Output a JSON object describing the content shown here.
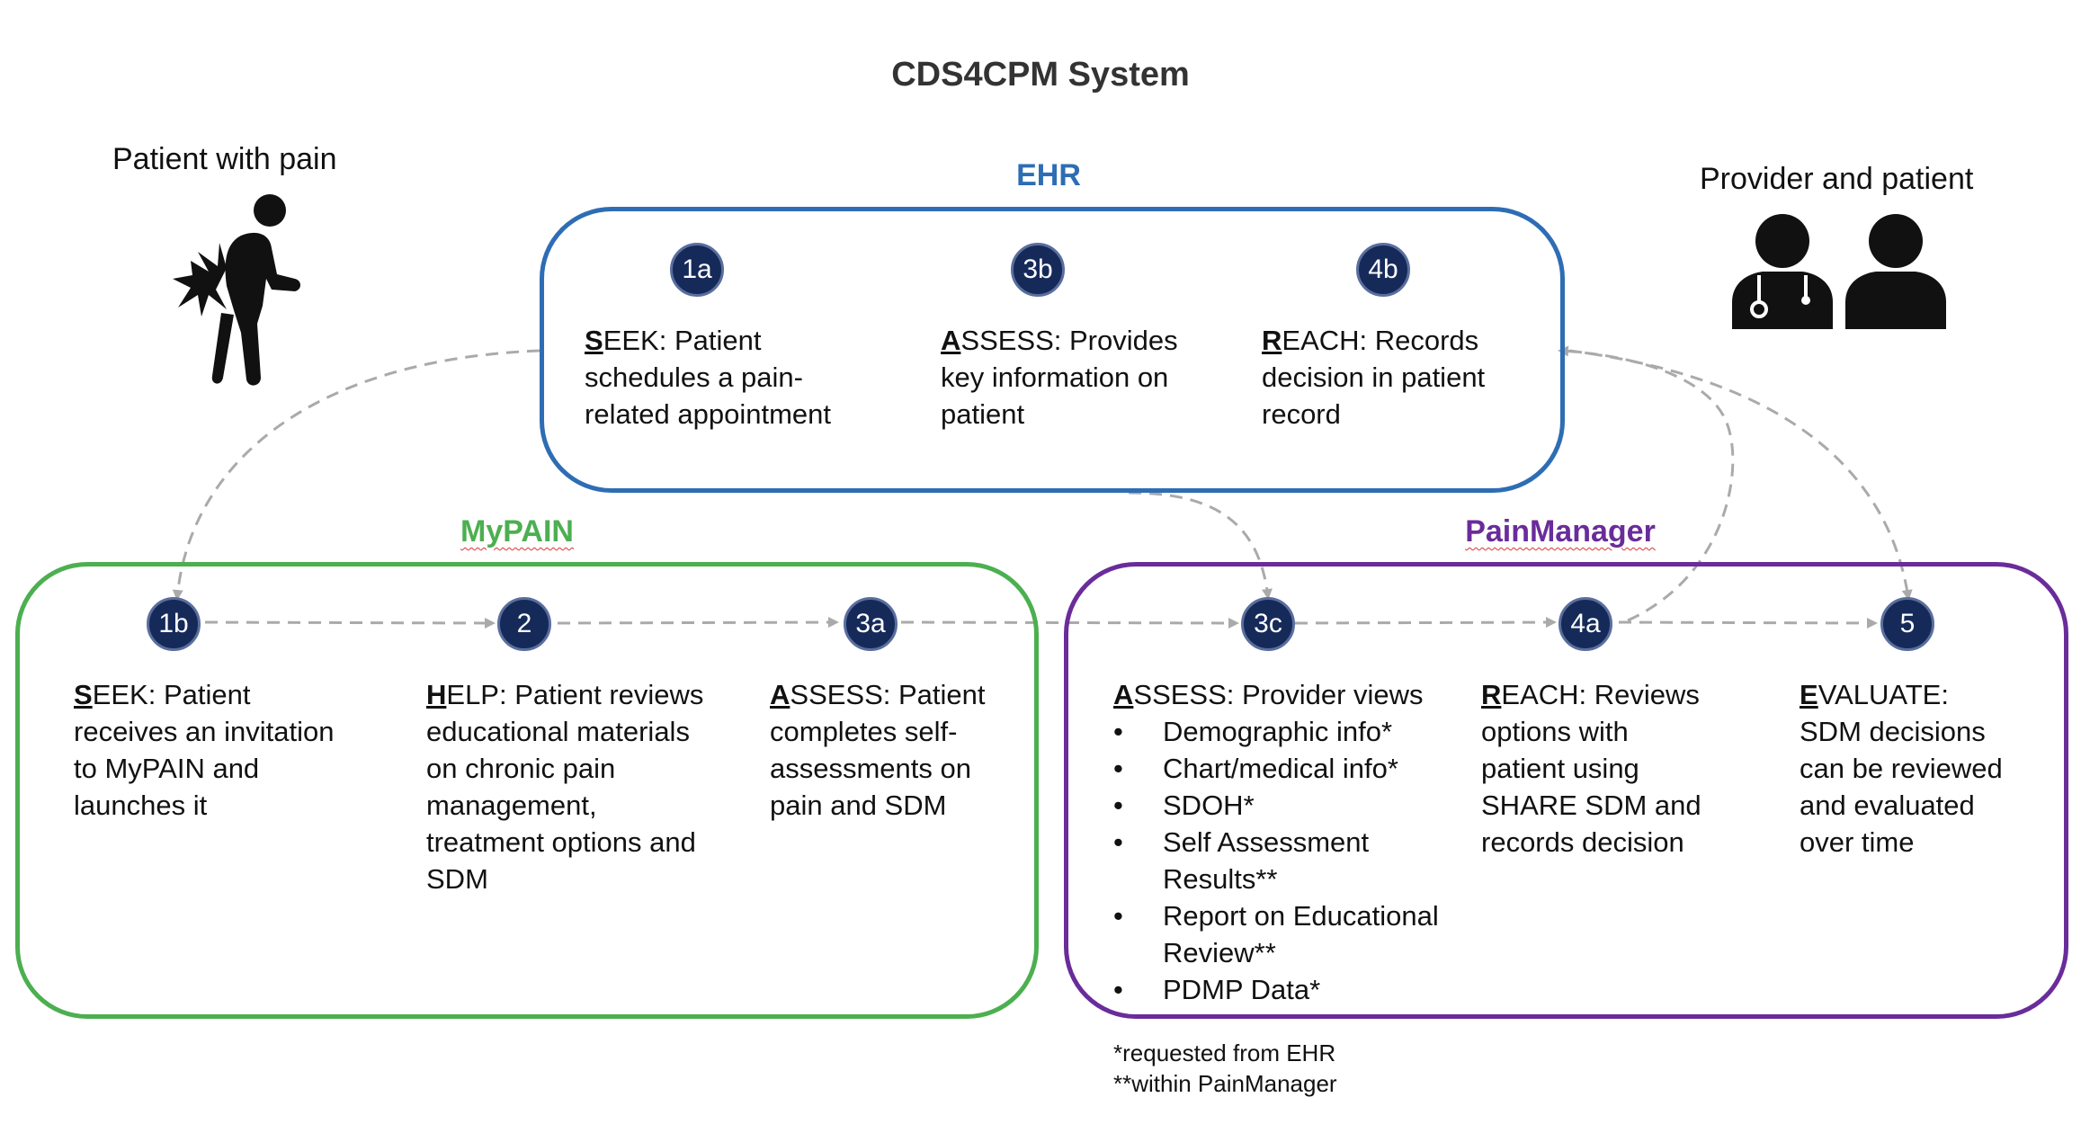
{
  "title": "CDS4CPM System",
  "colors": {
    "ehr": "#2e6db4",
    "mypain": "#4caf50",
    "painmanager": "#6a2c9a",
    "badge": "#162a5a",
    "connector": "#aaaaaa"
  },
  "actors": {
    "patient": {
      "label": "Patient with pain",
      "icon": "person-in-pain-icon"
    },
    "provider": {
      "label": "Provider and patient",
      "icon": "provider-and-patient-icon"
    }
  },
  "ehr": {
    "label": "EHR",
    "steps": [
      {
        "badge": "1a",
        "lead": "S",
        "text": "EEK: Patient schedules a pain-related appointment"
      },
      {
        "badge": "3b",
        "lead": "A",
        "text": "SSESS: Provides key information on patient"
      },
      {
        "badge": "4b",
        "lead": "R",
        "text": "EACH: Records decision in patient record"
      }
    ]
  },
  "mypain": {
    "label": "MyPAIN",
    "steps": [
      {
        "badge": "1b",
        "lead": "S",
        "text": "EEK: Patient receives an invitation to MyPAIN and launches it"
      },
      {
        "badge": "2",
        "lead": "H",
        "text": "ELP: Patient reviews educational materials on chronic pain management, treatment options and SDM"
      },
      {
        "badge": "3a",
        "lead": "A",
        "text": "SSESS: Patient completes self-assessments on pain and SDM"
      }
    ]
  },
  "painmanager": {
    "label": "PainManager",
    "steps": [
      {
        "badge": "3c",
        "lead": "A",
        "text": "SSESS: Provider views",
        "bullets": [
          "Demographic info*",
          "Chart/medical info*",
          "SDOH*",
          "Self Assessment Results**",
          "Report on Educational Review**",
          "PDMP Data*"
        ]
      },
      {
        "badge": "4a",
        "lead": "R",
        "text": "EACH: Reviews options with patient using SHARE SDM and records decision"
      },
      {
        "badge": "5",
        "lead": "E",
        "text": "VALUATE: SDM decisions can be reviewed and evaluated over time"
      }
    ]
  },
  "footnotes": [
    "*requested from EHR",
    "**within PainManager"
  ]
}
